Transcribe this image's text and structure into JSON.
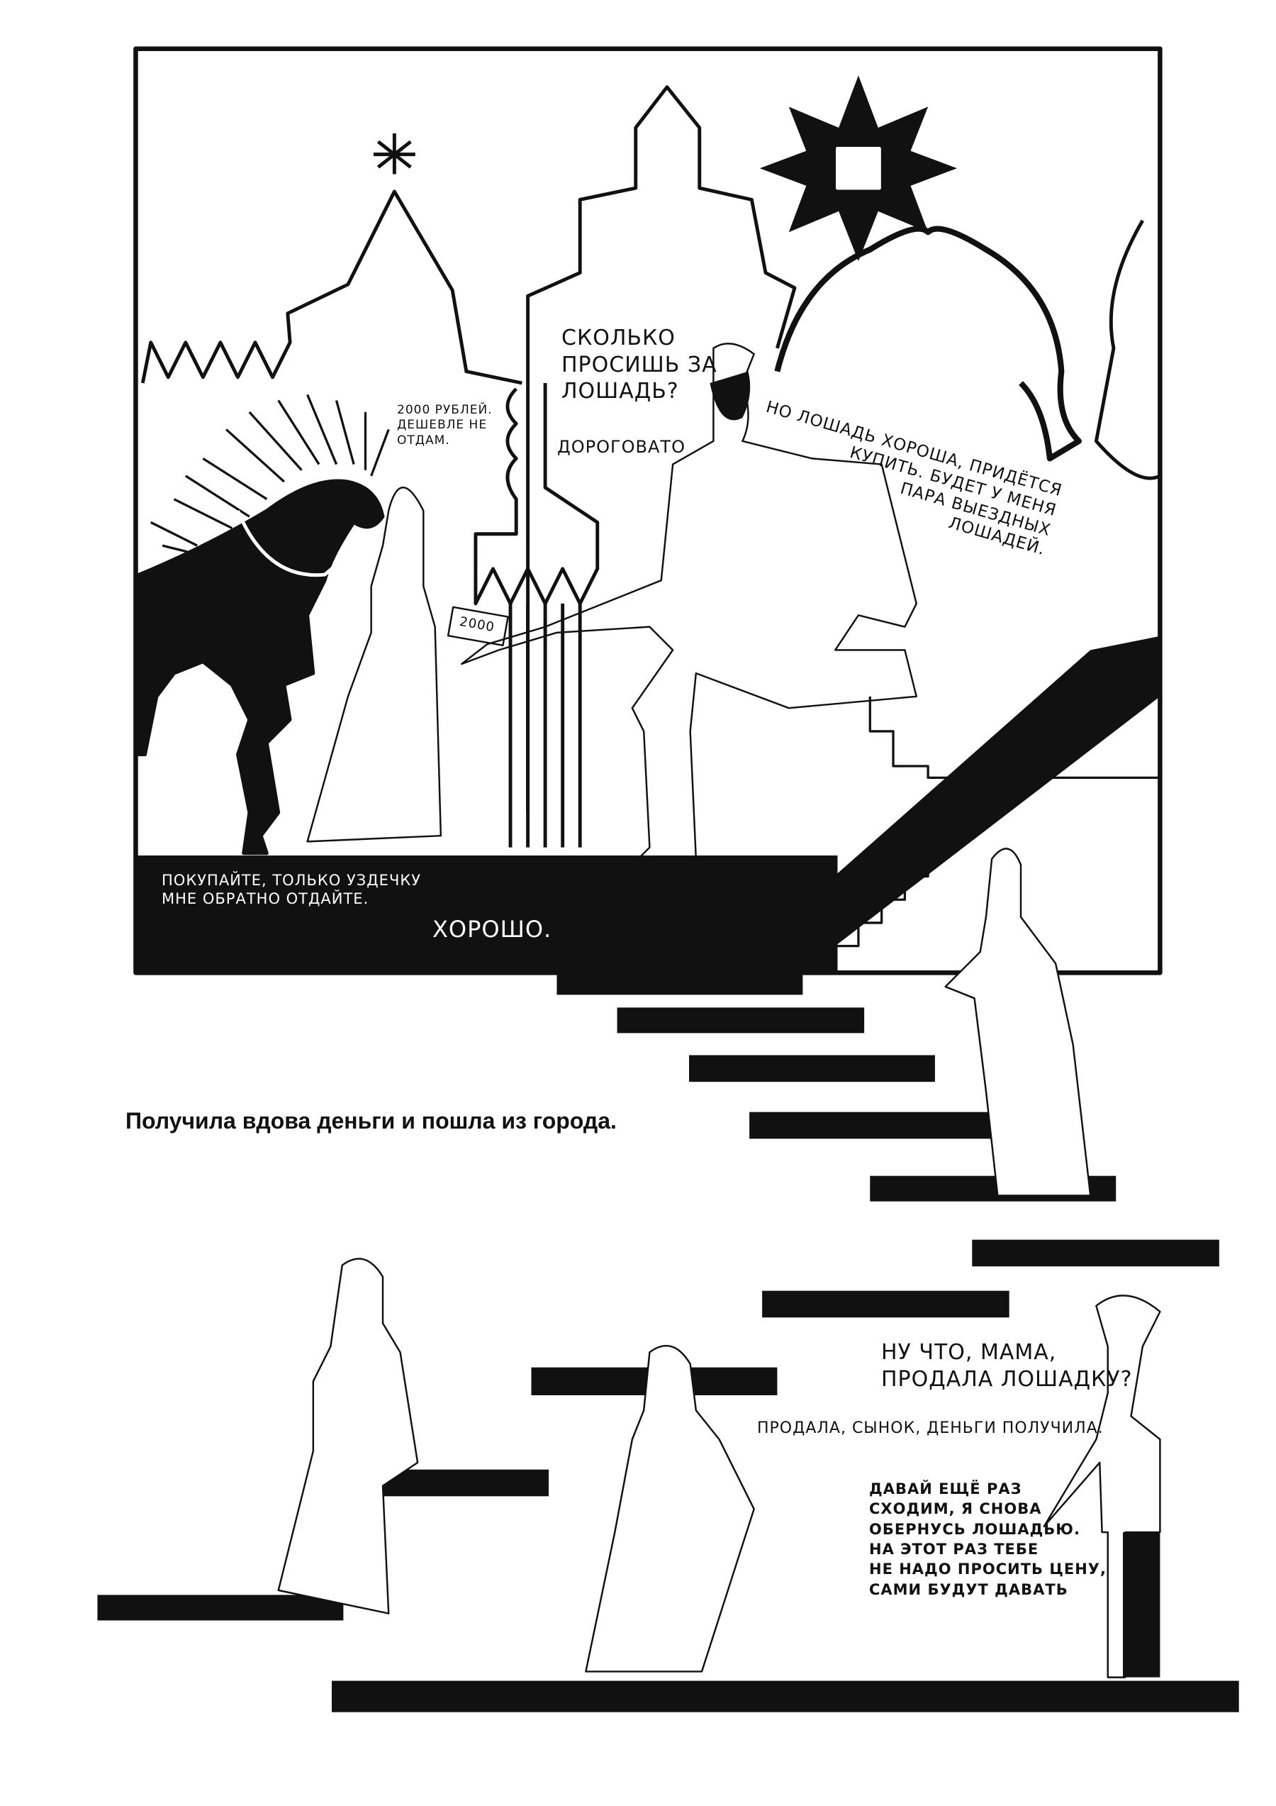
{
  "panel_top": {
    "speech": {
      "buyer_question": "Сколько\nпросишь за\nлошадь?",
      "seller_price": "2000 рублей.\nДешевле не\nотдам.",
      "buyer_remark": "Дороговато",
      "buyer_thought": "Но лошадь хороша, придётся\nкупить. Будет у меня\nпара выездных\nлошадей.",
      "seller_condition": "Покупайте, только уздечку\nмне обратно отдайте.",
      "buyer_agree": "Хорошо."
    },
    "banknote_value": "2000"
  },
  "caption": "Получила вдова деньги и пошла из города.",
  "panel_bottom": {
    "speech": {
      "son_question": "Ну что, мама,\nпродала лошадку?",
      "mother_answer": "Продала, сынок, деньги получила.",
      "son_proposal": "Давай ещё раз\nсходим, я снова\nобернусь лошадью.\nНа этот раз тебе\nне надо просить цену,\nсами будут давать"
    }
  },
  "colors": {
    "ink": "#111111",
    "paper": "#ffffff"
  }
}
